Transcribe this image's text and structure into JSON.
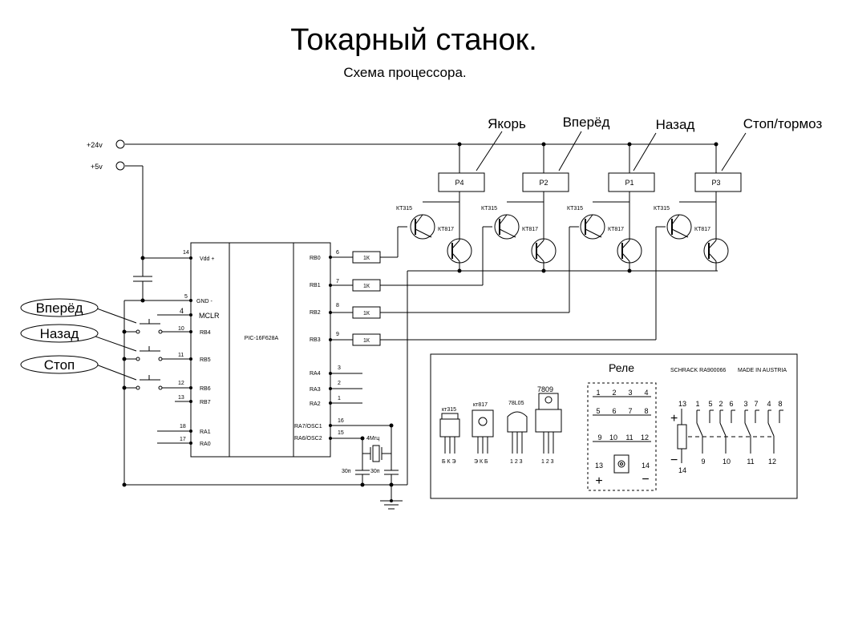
{
  "title": "Токарный станок.",
  "subtitle": "Схема процессора.",
  "power": {
    "v24": "+24v",
    "v5": "+5v"
  },
  "relays": [
    {
      "name": "Якорь",
      "id": "P4"
    },
    {
      "name": "Вперёд",
      "id": "P2"
    },
    {
      "name": "Назад",
      "id": "P1"
    },
    {
      "name": "Стоп/тормоз",
      "id": "P3"
    }
  ],
  "transistor_labels": {
    "q1": "КТ315",
    "q2": "КТ817"
  },
  "resistor_label": "1К",
  "buttons": [
    "Вперёд",
    "Назад",
    "Стоп"
  ],
  "mcu": {
    "name": "PIC-16F628A",
    "left_pins": [
      {
        "num": "14",
        "name": "Vdd  +"
      },
      {
        "num": "5",
        "name": "GND  -"
      },
      {
        "num": "4",
        "name": "MCLR"
      },
      {
        "num": "10",
        "name": "RB4"
      },
      {
        "num": "11",
        "name": "RB5"
      },
      {
        "num": "12",
        "name": "RB6"
      },
      {
        "num": "13",
        "name": "RB7"
      },
      {
        "num": "18",
        "name": "RA1"
      },
      {
        "num": "17",
        "name": "RA0"
      }
    ],
    "right_pins": [
      {
        "num": "6",
        "name": "RB0"
      },
      {
        "num": "7",
        "name": "RB1"
      },
      {
        "num": "8",
        "name": "RB2"
      },
      {
        "num": "9",
        "name": "RB3"
      },
      {
        "num": "3",
        "name": "RA4"
      },
      {
        "num": "2",
        "name": "RA3"
      },
      {
        "num": "1",
        "name": "RA2"
      },
      {
        "num": "16",
        "name": "RA7/OSC1"
      },
      {
        "num": "15",
        "name": "RA6/OSC2"
      }
    ]
  },
  "crystal": {
    "freq": "4Мгц",
    "cap": "30п"
  },
  "pinout": {
    "parts": [
      {
        "name": "кт315",
        "pins": "Б К Э"
      },
      {
        "name": "кт817",
        "pins": "Э К Б"
      },
      {
        "name": "78L05",
        "pins": "1 2 3"
      },
      {
        "name": "7809",
        "pins": "1 2 3"
      }
    ],
    "relay": {
      "title": "Реле",
      "maker": "SCHRACK RA900066",
      "origin": "MADE IN AUSTRIA",
      "grid": [
        [
          "1",
          "2",
          "3",
          "4"
        ],
        [
          "5",
          "6",
          "7",
          "8"
        ],
        [
          "9",
          "10",
          "11",
          "12"
        ]
      ],
      "bottom_left": "13",
      "bottom_right": "14",
      "plus": "+",
      "minus": "−",
      "coil_top": "13",
      "coil_bottom": "14",
      "top_pins": [
        "1",
        "5",
        "2",
        "6",
        "3",
        "7",
        "4",
        "8"
      ],
      "bottom_pins": [
        "9",
        "10",
        "11",
        "12"
      ]
    }
  }
}
